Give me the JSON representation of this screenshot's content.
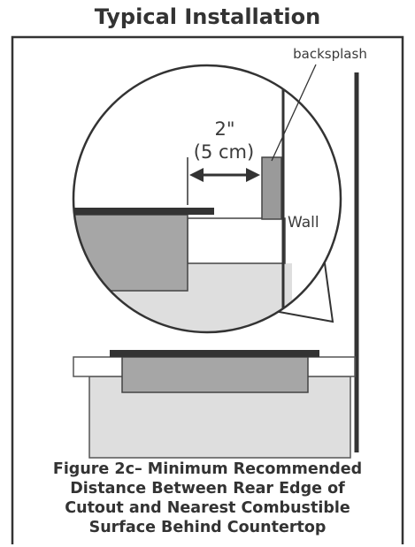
{
  "title": "Typical Installation",
  "labels": {
    "backsplash": "backsplash",
    "dimension_imperial": "2\"",
    "dimension_metric": "(5 cm)",
    "wall": "Wall"
  },
  "caption": {
    "line1": "Figure 2c– Minimum Recommended",
    "line2": "Distance Between Rear Edge of",
    "line3": "Cutout and Nearest Combustible",
    "line4": "Surface Behind Countertop"
  },
  "colors": {
    "outline": "#333333",
    "dark_fill": "#3a3a3a",
    "mid_gray": "#a6a6a6",
    "light_gray": "#dedede",
    "backsplash_gray": "#9a9a9a"
  }
}
